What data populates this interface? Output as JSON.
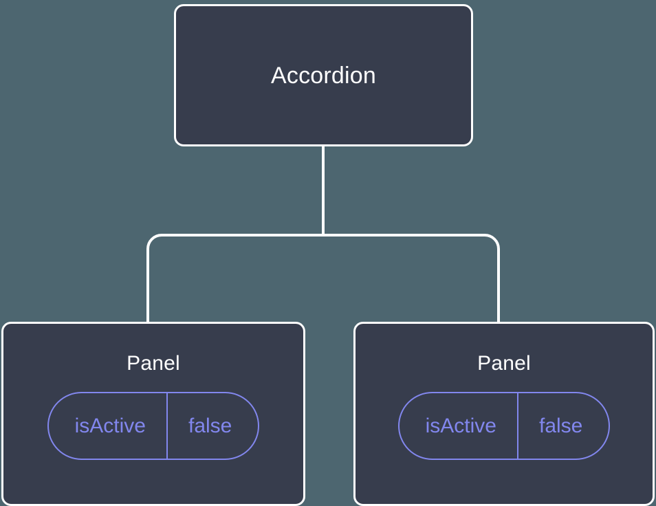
{
  "diagram": {
    "type": "component-tree",
    "background_color": "#4d6670",
    "node_fill_color": "#373d4d",
    "node_border_color": "#ffffff",
    "edge_color": "#ffffff",
    "prop_accent_color": "#8287ee",
    "root": {
      "label": "Accordion"
    },
    "children": [
      {
        "label": "Panel",
        "prop": {
          "key": "isActive",
          "value": "false"
        }
      },
      {
        "label": "Panel",
        "prop": {
          "key": "isActive",
          "value": "false"
        }
      }
    ]
  }
}
